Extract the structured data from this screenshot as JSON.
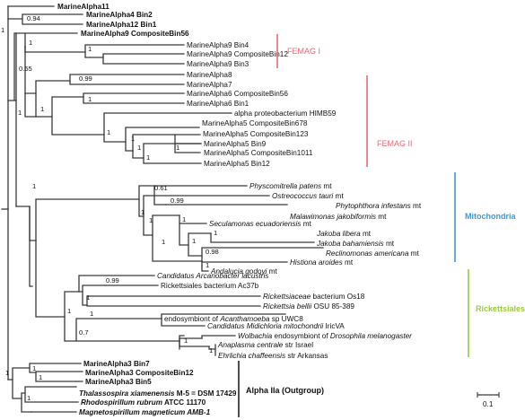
{
  "taxa": {
    "ma11": "MarineAlpha11",
    "ma4b2": "MarineAlpha4 Bin2",
    "ma12b1": "MarineAlpha12 Bin1",
    "ma9cb56": "MarineAlpha9 CompositeBin56",
    "ma9b4": "MarineAlpha9 Bin4",
    "ma9cb12": "MarineAlpha9 CompositeBin12",
    "ma9b3": "MarineAlpha9 Bin3",
    "ma8": "MarineAlpha8",
    "ma7": "MarineAlpha7",
    "ma6cb56": "MarineAlpha6 CompositeBin56",
    "ma6b1": "MarineAlpha6 Bin1",
    "himb59": "alpha proteobacterium HIMB59",
    "ma5cb678": "MarineAlpha5 CompositeBin678",
    "ma5cb123": "MarineAlpha5 CompositeBin123",
    "ma5b9": "MarineAlpha5 Bin9",
    "ma5cb1011": "MarineAlpha5 CompositeBin1011",
    "ma5b12": "MarineAlpha5 Bin12",
    "physco": "Physcomitrella patens",
    "ostreo": "Ostreococcus tauri",
    "phyto": "Phytophthora infestans",
    "malaw": "Malawimonas jakobiformis",
    "seculam": "Seculamonas ecuadoriensis",
    "jlibera": "Jakoba libera",
    "jbaham": "Jakoba bahamiensis",
    "reclino": "Reclinomonas americana",
    "histiona": "Histiona aroides",
    "andalucia": "Andalucia godoyi",
    "arcano": "Candidatus Arcanobacter lacustris",
    "ric37b": "Rickettsiales bacterium Ac37b",
    "ricOs18_a": "Rickettsiaceae",
    "ricOs18_b": "bacterium Os18",
    "rbellii_a": "Rickettsia bellii",
    "rbellii_b": "OSU 85-389",
    "acanth_a": "endosymbiont of",
    "acanth_b": "Acanthamoeba",
    "acanth_c": "sp UWC8",
    "midich_a": "Candidatus Midichloria mitochondrii",
    "midich_b": "IricVA",
    "wolb_a": "Wolbachia",
    "wolb_b": "endosymbiont of",
    "wolb_c": "Drosophila melanogaster",
    "anapl_a": "Anaplasma centrale",
    "anapl_b": "str Israel",
    "ehrl_a": "Ehrlichia chaffeensis",
    "ehrl_b": "str Arkansas",
    "ma3b7": "MarineAlpha3 Bin7",
    "ma3cb12": "MarineAlpha3 CompositeBin12",
    "ma3b5": "MarineAlpha3 Bin5",
    "thal_a": "Thalassospira xiamenensis",
    "thal_b": "M-5 = DSM 17429",
    "rrub_a": "Rhodospirillum rubrum",
    "rrub_b": "ATCC 11170",
    "mmag": "Magnetospirillum magneticum AMB-1"
  },
  "mt_suffix": "mt",
  "support": {
    "root": "1",
    "ma4_12": "0.94",
    "ma9": "1",
    "ma9_inner": "1",
    "ingroup": "0.55",
    "alpha_big": "1",
    "femag2_8_7": "0.99",
    "femag2": "1",
    "ma6": "1",
    "ma5_all": "1",
    "ma5_himb": "1",
    "ma5_a": "1",
    "ma5_b": "1",
    "ma5_c": "1",
    "mito_rick": "1",
    "mito": "1",
    "ostreo": "0.61",
    "malaw": "0.99",
    "plants": "1",
    "jakobids": "1",
    "jakob_inner": "1",
    "jakob_jb": "1",
    "reclino": "0.98",
    "jakob_hist": "1",
    "jakob_all": "1",
    "rick_all": "1",
    "ric37b": "0.99",
    "rick_a": "1",
    "rick_b": "1",
    "rick_c": "0.7",
    "wolb": "1",
    "anapl": "1",
    "outgroup_ma3": "1",
    "outgroup_rhodo": "1",
    "outgroup_ma3b": "1",
    "outgroup_all": "1"
  },
  "clades": {
    "femag1": "FEMAG I",
    "femag2": "FEMAG II",
    "mito": "Mitochondria",
    "rick": "Rickettsiales",
    "alpha": "Alpha IIa (Outgroup)"
  },
  "scale": {
    "label": "0.1"
  },
  "colors": {
    "femag": "#e66a7a",
    "mito": "#3d9ad0",
    "rick": "#9bcb3a",
    "line": "#3a3a3a",
    "text": "#111111"
  }
}
